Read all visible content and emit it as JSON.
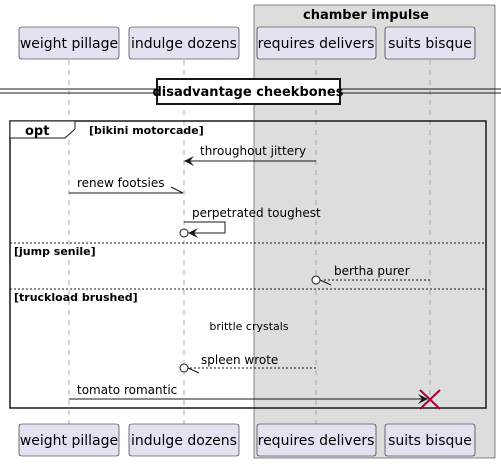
{
  "box": {
    "title": "chamber impulse"
  },
  "participants": {
    "p1": "weight pillage",
    "p2": "indulge dozens",
    "p3": "requires delivers",
    "p4": "suits bisque"
  },
  "divider": {
    "label": "disadvantage cheekbones"
  },
  "fragment": {
    "keyword": "opt",
    "guard": "[bikini motorcade]",
    "else1": "[jump senile]",
    "else2": "[truckload brushed]"
  },
  "messages": {
    "m1": "throughout jittery",
    "m2": "renew footsies",
    "m3": "perpetrated toughest",
    "m4": "bertha purer",
    "m5": "brittle crystals",
    "m6": "spleen wrote",
    "m7": "tomato romantic"
  },
  "colors": {
    "participant_fill": "#E2E2F0",
    "box_fill": "#DDDDDD",
    "destroy": "#A80036"
  }
}
